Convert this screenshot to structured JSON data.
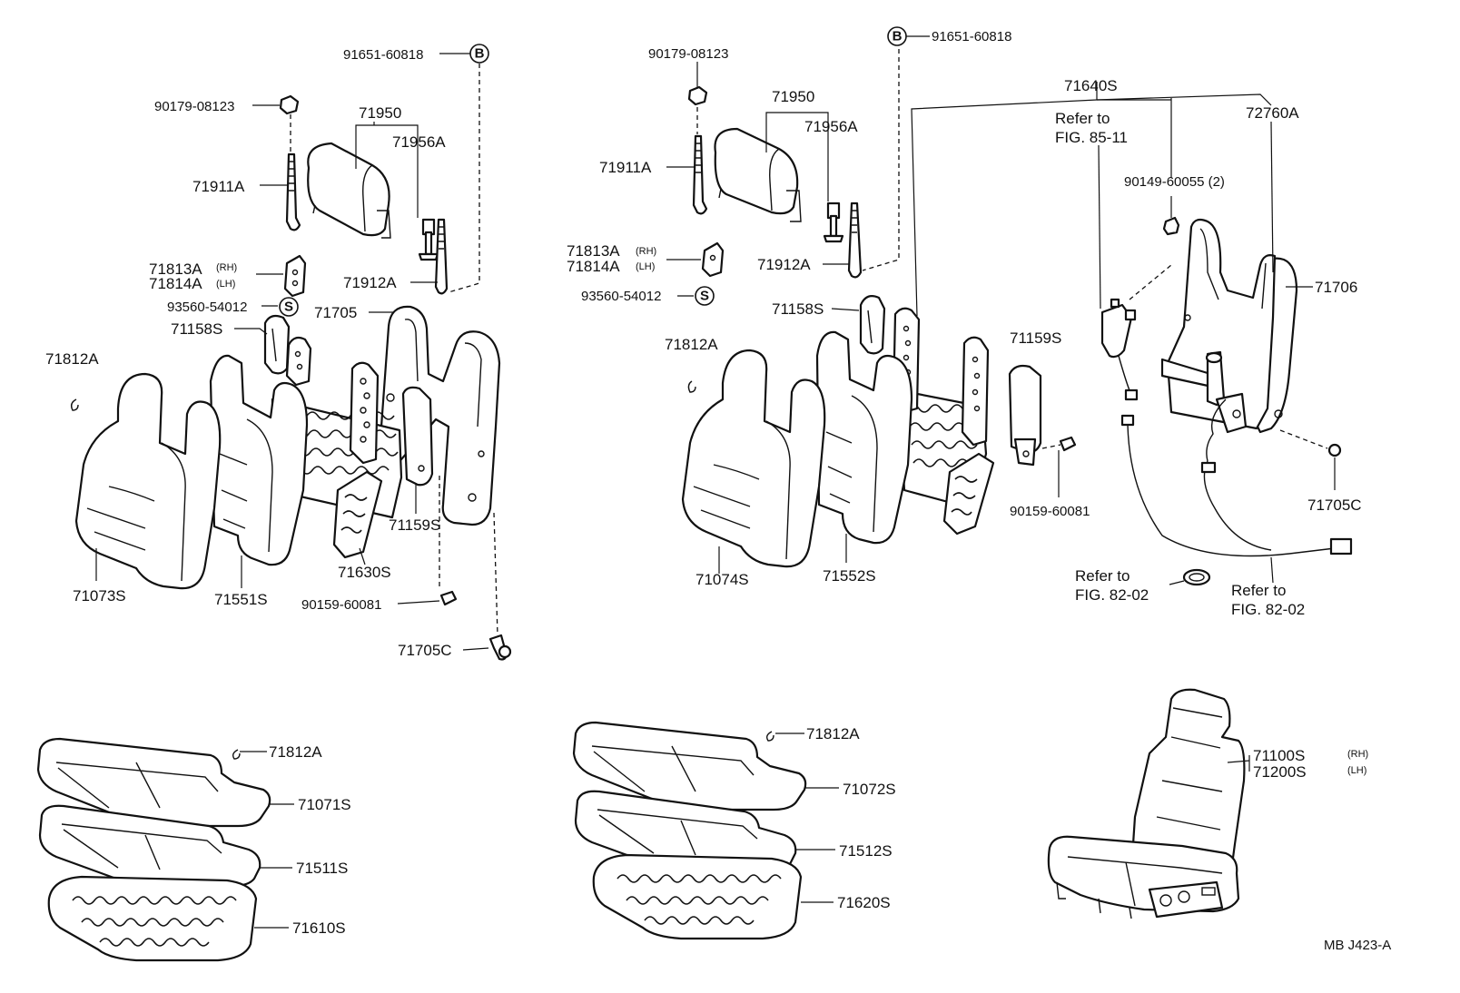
{
  "labels": {
    "l_91651_a": "91651-60818",
    "l_90179_a": "90179-08123",
    "l_71950_a": "71950",
    "l_71956_a": "71956A",
    "l_71911_a": "71911A",
    "l_71813_a": "71813A",
    "l_71814_a": "71814A",
    "l_93560_a": "93560-54012",
    "l_71158_a": "71158S",
    "l_71705_a": "71705",
    "l_71912_a": "71912A",
    "l_71812_a": "71812A",
    "l_71159_a": "71159S",
    "l_71630_a": "71630S",
    "l_71073": "71073S",
    "l_71551": "71551S",
    "l_90159_a": "90159-60081",
    "l_71705c_a": "71705C",
    "l_90179_b": "90179-08123",
    "l_91651_b": "91651-60818",
    "l_71950_b": "71950",
    "l_71956_b": "71956A",
    "l_71911_b": "71911A",
    "l_71813_b": "71813A",
    "l_71814_b": "71814A",
    "l_71912_b": "71912A",
    "l_93560_b": "93560-54012",
    "l_71158_b": "71158S",
    "l_71812_b": "71812A",
    "l_71159_b": "71159S",
    "l_90159_b": "90159-60081",
    "l_71074": "71074S",
    "l_71552": "71552S",
    "l_71640": "71640S",
    "l_refer_85_1": "Refer to",
    "l_refer_85_2": "FIG. 85-11",
    "l_72760": "72760A",
    "l_90149": "90149-60055 (2)",
    "l_71706": "71706",
    "l_71705c_b": "71705C",
    "l_refer_82a_1": "Refer to",
    "l_refer_82a_2": "FIG. 82-02",
    "l_refer_82b_1": "Refer to",
    "l_refer_82b_2": "FIG. 82-02",
    "l_71812_c": "71812A",
    "l_71071": "71071S",
    "l_71511": "71511S",
    "l_71610": "71610S",
    "l_71812_d": "71812A",
    "l_71072": "71072S",
    "l_71512": "71512S",
    "l_71620": "71620S",
    "l_71100": "71100S",
    "l_71200": "71200S",
    "l_ref_code": "MB  J423-A"
  },
  "sides": {
    "rh_a": "(RH)",
    "lh_a": "(LH)",
    "rh_b": "(RH)",
    "lh_b": "(LH)",
    "rh_c": "(RH)",
    "lh_c": "(LH)"
  },
  "badges": {
    "b1": "B",
    "b2": "B",
    "s1": "S",
    "s2": "S"
  }
}
